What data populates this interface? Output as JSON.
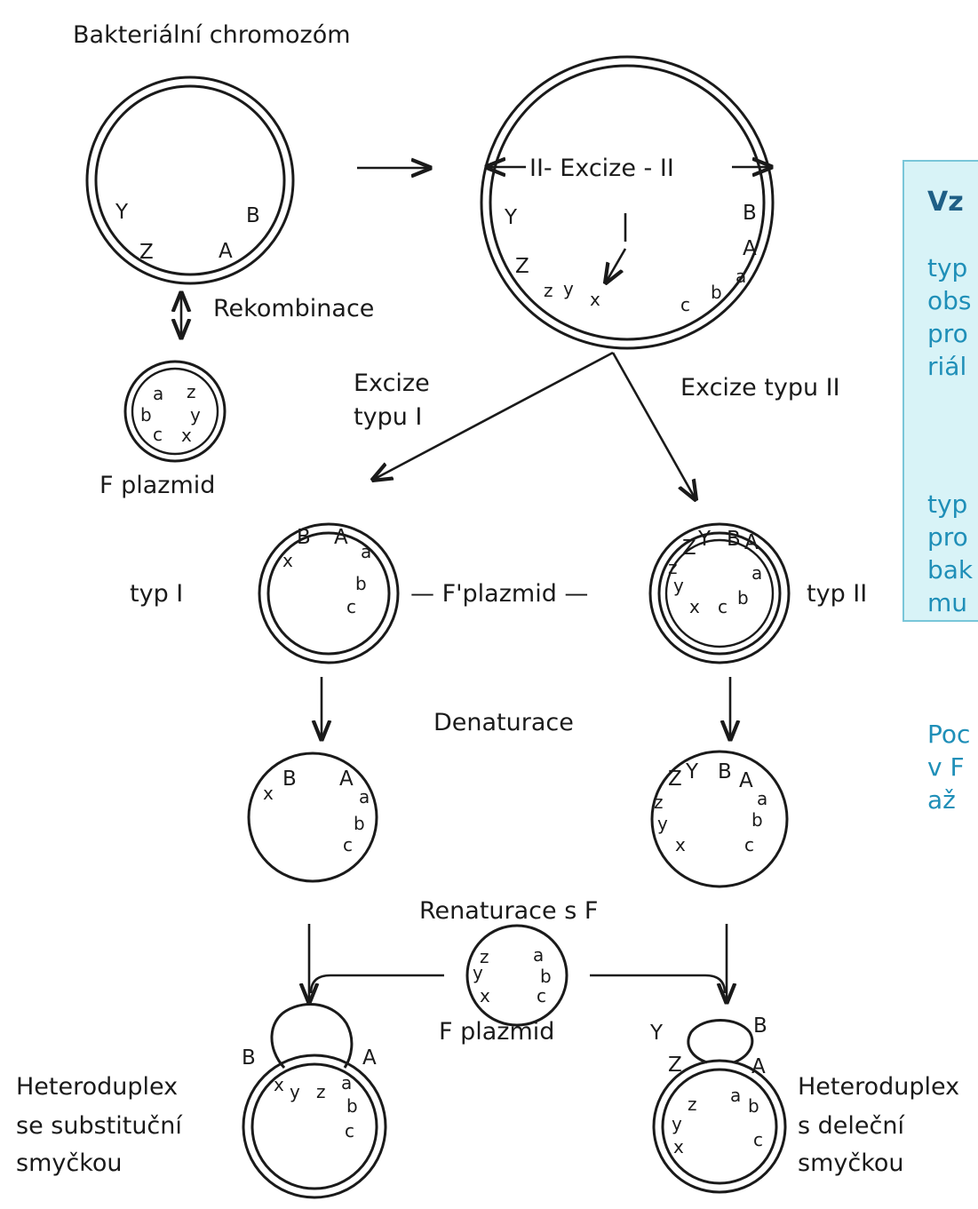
{
  "diagram": {
    "top_label": "Bakteriální chromozóm",
    "arrow_excision": "II- Excize - II",
    "recombination": "Rekombinace",
    "f_plasmid_top": "F plazmid",
    "excision_type1_line1": "Excize",
    "excision_type1_line2": "typu I",
    "excision_type2": "Excize typu II",
    "type1": "typ I",
    "type2": "typ II",
    "f_prime_plasmid": "— F'plazmid —",
    "denaturation": "Denaturace",
    "renaturation": "Renaturace s F",
    "f_plasmid_bottom": "F plazmid",
    "het_subst_line1": "Heteroduplex",
    "het_subst_line2": "se substituční",
    "het_subst_line3": "smyčkou",
    "het_del_line1": "Heteroduplex",
    "het_del_line2": "s deleční",
    "het_del_line3": "smyčkou"
  },
  "side_box": {
    "title": "Vz",
    "para1": "typ\nobs\npro\nriál",
    "para2": "typ\npro\nbak\nmu",
    "para3": "Poc\nv F\naž"
  },
  "colors": {
    "box_background": "#d8f3f7",
    "box_border": "#79c6d9",
    "box_text": "#1f8fb8",
    "box_title": "#1f5f86"
  }
}
